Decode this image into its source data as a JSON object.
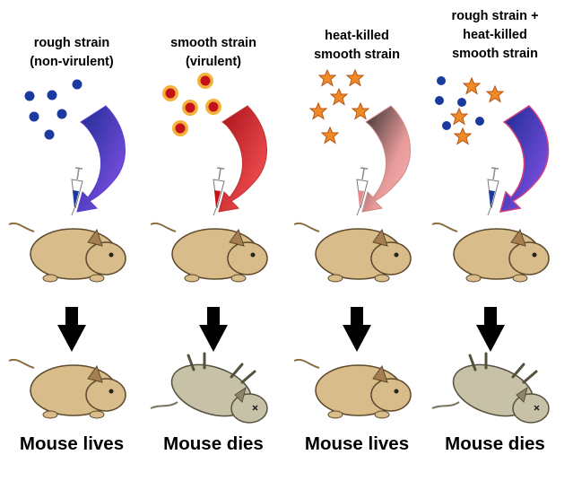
{
  "colors": {
    "rough": "#1b3a9e",
    "smooth_outer": "#f3b23a",
    "smooth_inner": "#c4121b",
    "heat_killed": "#f08a24",
    "arrow_rough": [
      "#1a2b8f",
      "#8c55f0"
    ],
    "arrow_smooth": [
      "#a7111a",
      "#ff5a5a"
    ],
    "arrow_heat": [
      "#2b2b2b",
      "#f5b8b8"
    ],
    "arrow_mixed": [
      "#1a2b8f",
      "#8c55f0"
    ],
    "mouse_alive": "#d8bd8a",
    "mouse_dead": "#c7c1a8"
  },
  "panels": [
    {
      "id": "rough",
      "title": [
        "rough strain",
        "(non-virulent)"
      ],
      "outcome": "Mouse lives",
      "result": "alive"
    },
    {
      "id": "smooth",
      "title": [
        "smooth strain",
        "(virulent)"
      ],
      "outcome": "Mouse dies",
      "result": "dead"
    },
    {
      "id": "heat-killed",
      "title": [
        "heat-killed",
        "smooth strain"
      ],
      "outcome": "Mouse lives",
      "result": "alive"
    },
    {
      "id": "mixed",
      "title": [
        "rough strain +",
        "heat-killed",
        "smooth strain"
      ],
      "outcome": "Mouse dies",
      "result": "dead"
    }
  ]
}
